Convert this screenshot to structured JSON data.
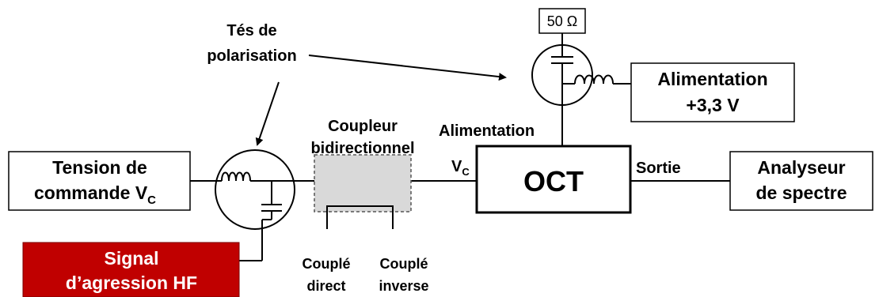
{
  "labels": {
    "tes_line1": "Tés de",
    "tes_line2": "polarisation",
    "coupler_line1": "Coupleur",
    "coupler_line2": "bidirectionnel",
    "supply_port": "Alimentation",
    "vc_port": "V",
    "vc_sub": "C",
    "output_port": "Sortie",
    "coupled_direct_1": "Couplé",
    "coupled_direct_2": "direct",
    "coupled_inverse_1": "Couplé",
    "coupled_inverse_2": "inverse"
  },
  "boxes": {
    "load": "50 Ω",
    "power_supply_1": "Alimentation",
    "power_supply_2": "+3,3 V",
    "control_voltage_1": "Tension de",
    "control_voltage_2": "commande V",
    "control_voltage_sub": "C",
    "oct": "OCT",
    "spectrum_analyzer_1": "Analyseur",
    "spectrum_analyzer_2": "de spectre",
    "hf_signal_1": "Signal",
    "hf_signal_2": "d’agression HF"
  },
  "colors": {
    "hf_signal_fill": "#c00000",
    "hf_signal_text": "#ffffff",
    "coupler_fill": "#d9d9d9"
  }
}
